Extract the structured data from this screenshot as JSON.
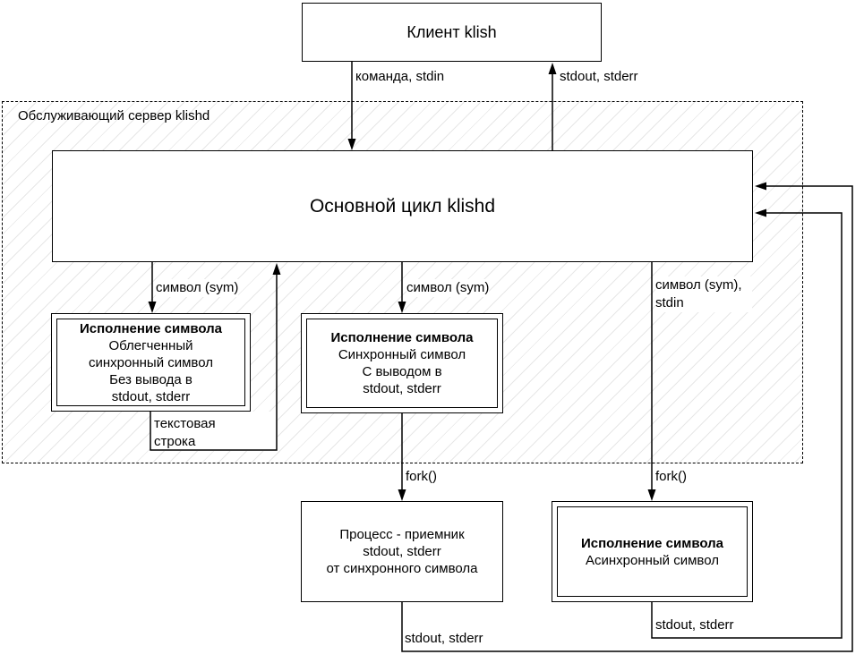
{
  "diagram": {
    "client_box": {
      "title": "Клиент klish"
    },
    "server_container": {
      "label": "Обслуживающий сервер klishd"
    },
    "main_loop_box": {
      "title": "Основной цикл klishd"
    },
    "light_sync_box": {
      "title": "Исполнение символа",
      "lines": [
        "Облегченный",
        "синхронный символ",
        "Без вывода в",
        "stdout, stderr"
      ]
    },
    "sync_box": {
      "title": "Исполнение символа",
      "lines": [
        "Синхронный символ",
        "С выводом в",
        "stdout, stderr"
      ]
    },
    "process_box": {
      "lines": [
        "Процесс - приемник",
        "stdout, stderr",
        "от синхронного символа"
      ]
    },
    "async_box": {
      "title": "Исполнение символа",
      "lines": [
        "Асинхронный символ"
      ]
    },
    "edge_labels": {
      "command_stdin": "команда, stdin",
      "stdout_stderr_top": "stdout, stderr",
      "sym_left": "символ (sym)",
      "sym_mid": "символ (sym)",
      "sym_right": "символ (sym), stdin",
      "text_string": "текстовая строка",
      "fork_mid": "fork()",
      "fork_right": "fork()",
      "stdout_stderr_async": "stdout, stderr",
      "stdout_stderr_process": "stdout, stderr"
    },
    "colors": {
      "line": "#000000",
      "hatch": "#e7e7e7",
      "background": "#ffffff"
    }
  }
}
